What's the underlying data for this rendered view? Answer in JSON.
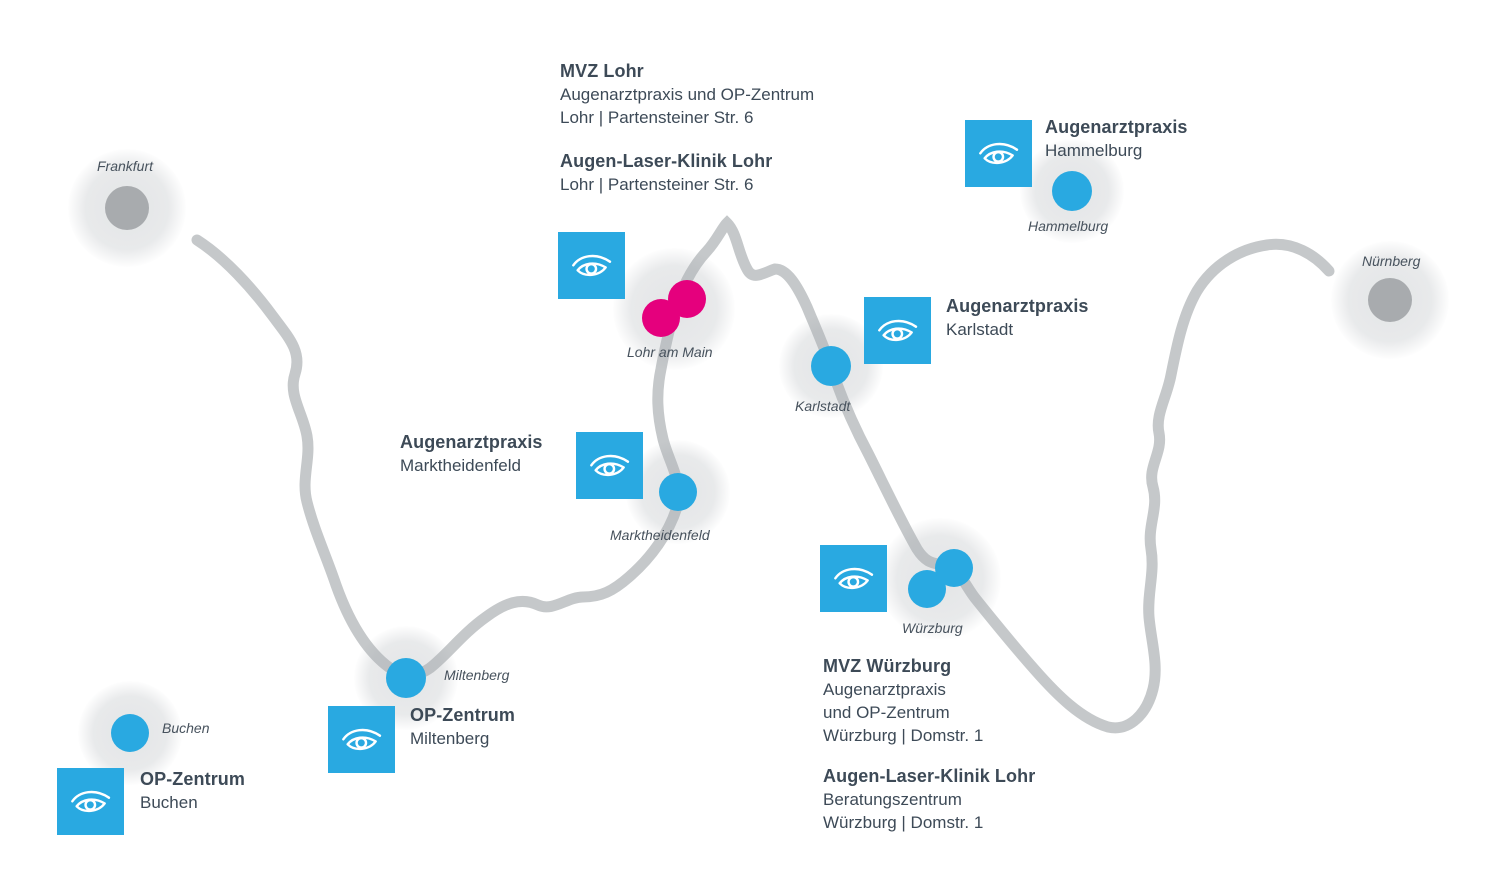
{
  "colors": {
    "blue": "#29a9e1",
    "pink": "#e5007d",
    "river": "#c5c8ca",
    "reference_city": "#a8abae",
    "heading_text": "#3d4a57",
    "label_text": "#47525d"
  },
  "towns": [
    {
      "name": "Frankfurt"
    },
    {
      "name": "Nürnberg"
    },
    {
      "name": "Hammelburg"
    },
    {
      "name": "Lohr am Main"
    },
    {
      "name": "Karlstadt"
    },
    {
      "name": "Marktheidenfeld"
    },
    {
      "name": "Miltenberg"
    },
    {
      "name": "Buchen"
    },
    {
      "name": "Würzburg"
    }
  ],
  "clinics": [
    {
      "title": "MVZ Lohr",
      "lines": [
        "Augenarztpraxis und OP-Zentrum",
        "Lohr | Partensteiner Str. 6"
      ]
    },
    {
      "title": "Augen-Laser-Klinik Lohr",
      "lines": [
        "Lohr | Partensteiner Str. 6"
      ]
    },
    {
      "title": "Augenarztpraxis",
      "lines": [
        "Hammelburg"
      ]
    },
    {
      "title": "Augenarztpraxis",
      "lines": [
        "Karlstadt"
      ]
    },
    {
      "title": "Augenarztpraxis",
      "lines": [
        "Marktheidenfeld"
      ]
    },
    {
      "title": "OP-Zentrum",
      "lines": [
        "Miltenberg"
      ]
    },
    {
      "title": "OP-Zentrum",
      "lines": [
        "Buchen"
      ]
    },
    {
      "title": "MVZ Würzburg",
      "lines": [
        "Augenarztpraxis",
        "und OP-Zentrum",
        "Würzburg | Domstr. 1"
      ]
    },
    {
      "title": "Augen-Laser-Klinik Lohr",
      "lines": [
        "Beratungszentrum",
        "Würzburg | Domstr. 1"
      ]
    }
  ]
}
